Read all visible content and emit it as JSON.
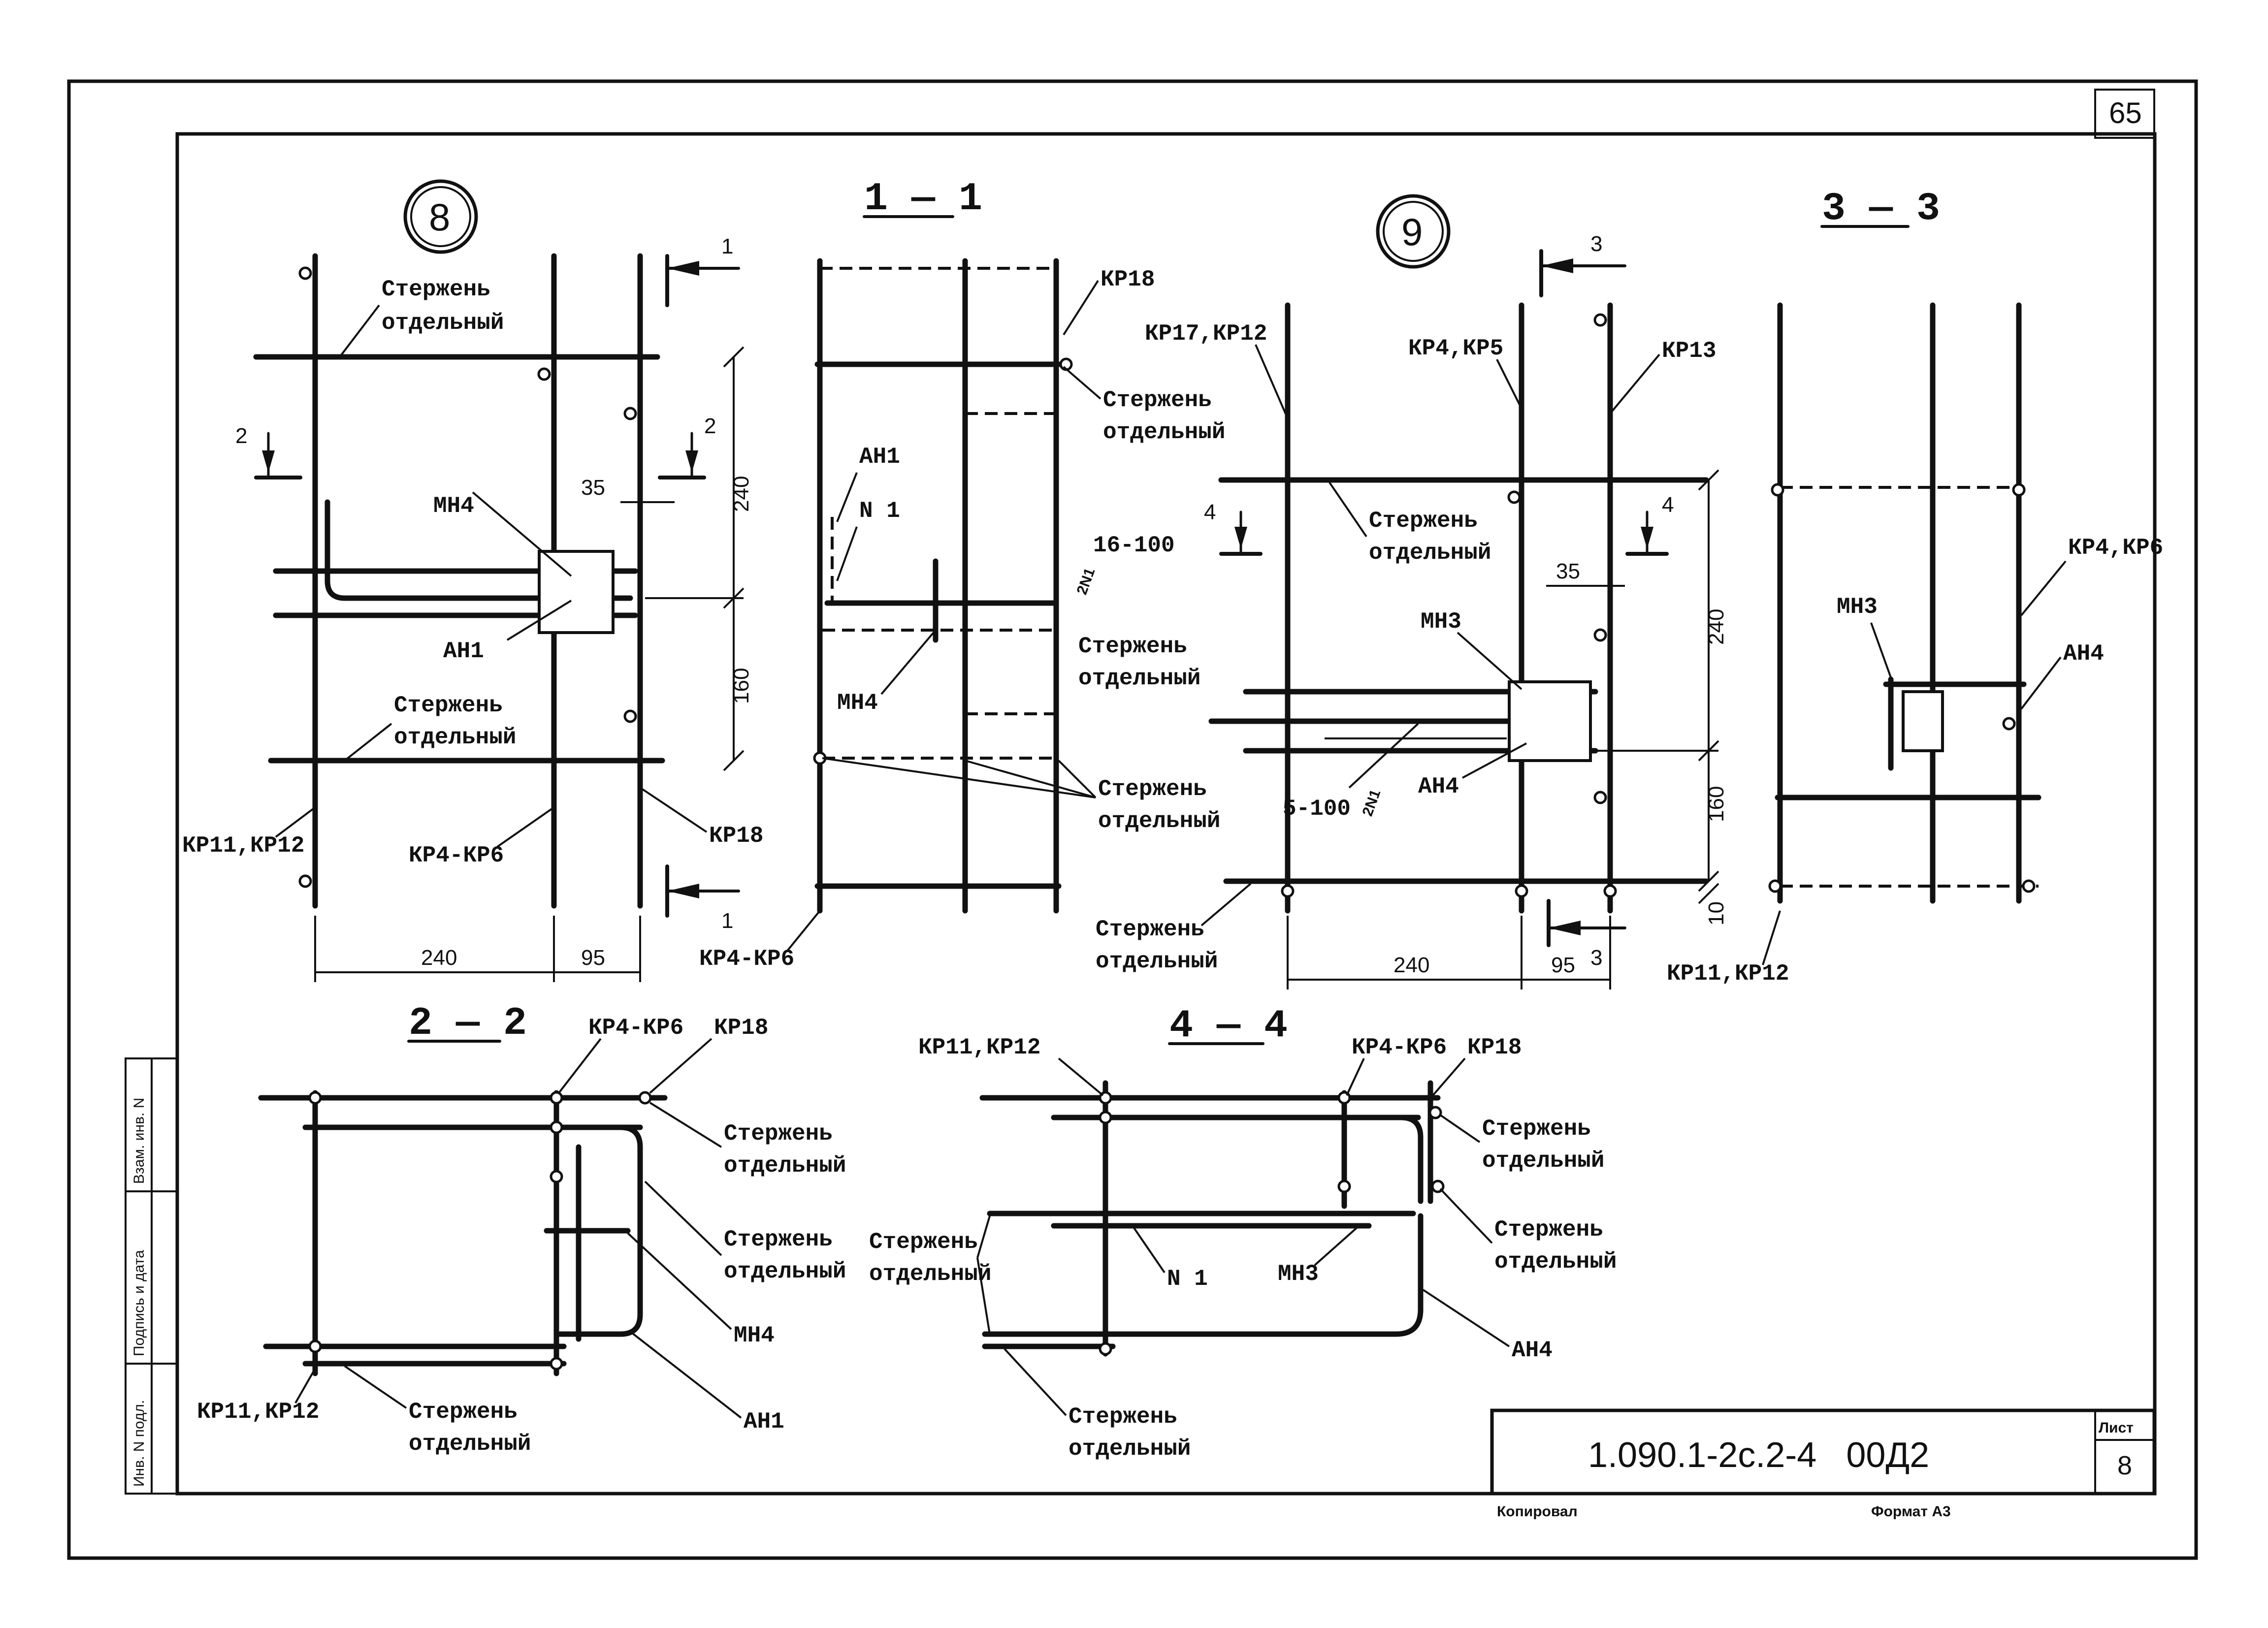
{
  "sheet": {
    "page_number": "65",
    "list_label": "Лист",
    "list_number": "8",
    "doc_code": "1.090.1-2с.2-4   00Д2",
    "copied_label": "Копировал",
    "format_label": "Формат А3",
    "side_stamp": [
      "Взам. инв. N",
      "Подпись и дата",
      "Инв. N подл."
    ]
  },
  "views": {
    "node8": {
      "mark": "8",
      "cut_marks": [
        "1",
        "1",
        "2",
        "2"
      ],
      "labels": {
        "rod_top": [
          "Стержень",
          "отдельный"
        ],
        "rod_mid": [
          "Стержень",
          "отдельный"
        ],
        "mn": "МН4",
        "an": "АН1",
        "kr_left": "КР11,КР12",
        "kr_mid": "КР4-КР6",
        "kr_right": "КР18"
      },
      "dims": [
        "240",
        "160",
        "35",
        "240",
        "95"
      ]
    },
    "sec11": {
      "title": "1 — 1",
      "labels": {
        "kr_top": "КР18",
        "rod_a": [
          "Стержень",
          "отдельный"
        ],
        "an": "АН1",
        "n": "N 1",
        "step": "16-100",
        "n2": "2N1",
        "rod_b": [
          "Стержень",
          "отдельный"
        ],
        "mn": "МН4",
        "rod_c": [
          "Стержень",
          "отдельный"
        ],
        "kr_bottom": "КР4-КР6"
      }
    },
    "node9": {
      "mark": "9",
      "cut_marks": [
        "3",
        "3",
        "4",
        "4"
      ],
      "labels": {
        "kr_left": "КР17,КР12",
        "kr_mid": "КР4,КР5",
        "kr_right": "КР13",
        "rod_top": [
          "Стержень",
          "отдельный"
        ],
        "mn": "МН3",
        "an": "АН4",
        "step": "5-100",
        "n2": "2N1",
        "rod_bottom": [
          "Стержень",
          "отдельный"
        ]
      },
      "dims": [
        "35",
        "240",
        "160",
        "10",
        "240",
        "95"
      ]
    },
    "sec33": {
      "title": "3 — 3",
      "labels": {
        "kr_right": "КР4,КР6",
        "mn": "МН3",
        "an": "АН4",
        "kr_left": "КР11,КР12"
      }
    },
    "sec22": {
      "title": "2 — 2",
      "labels": {
        "kr_a": "КР4-КР6",
        "kr_b": "КР18",
        "rod_a": [
          "Стержень",
          "отдельный"
        ],
        "rod_b": [
          "Стержень",
          "отдельный"
        ],
        "mn": "МН4",
        "an": "АН1",
        "kr_left": "КР11,КР12",
        "rod_c": [
          "Стержень",
          "отдельный"
        ]
      }
    },
    "sec44": {
      "title": "4 — 4",
      "labels": {
        "kr_left": "КР11,КР12",
        "kr_a": "КР4-КР6",
        "kr_b": "КР18",
        "rod_a": [
          "Стержень",
          "отдельный"
        ],
        "rod_left": [
          "Стержень",
          "отдельный"
        ],
        "n": "N 1",
        "mn": "МН3",
        "rod_b": [
          "Стержень",
          "отдельный"
        ],
        "an": "АН4",
        "rod_bottom": [
          "Стержень",
          "отдельный"
        ]
      }
    }
  }
}
